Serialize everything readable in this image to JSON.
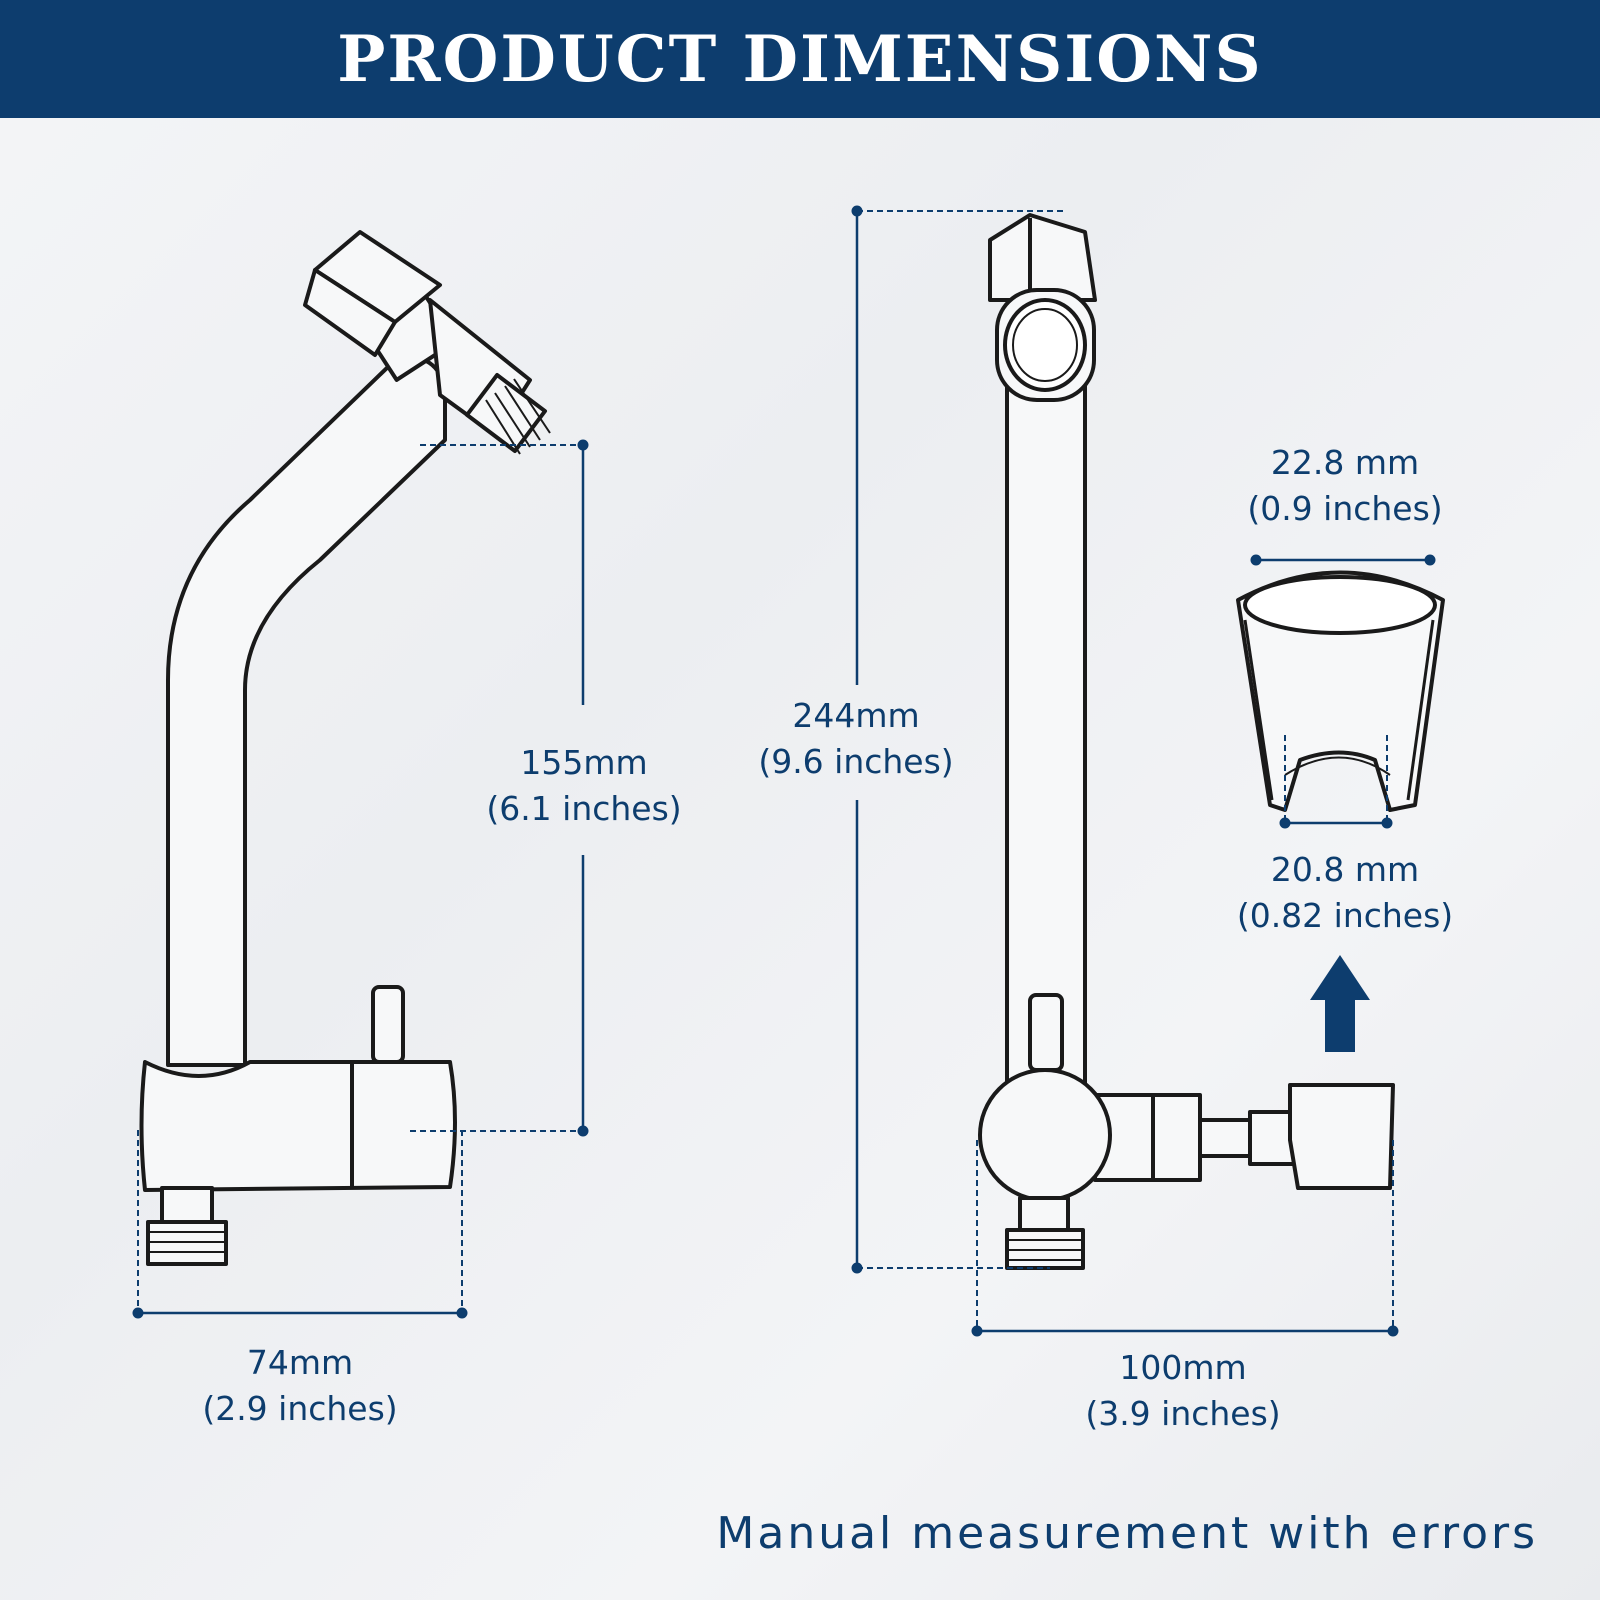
{
  "header": {
    "title": "PRODUCT DIMENSIONS"
  },
  "dimensions": {
    "left_height": {
      "metric": "155mm",
      "imperial": "(6.1 inches)"
    },
    "left_width": {
      "metric": "74mm",
      "imperial": "(2.9 inches)"
    },
    "right_height": {
      "metric": "244mm",
      "imperial": "(9.6 inches)"
    },
    "right_width": {
      "metric": "100mm",
      "imperial": "(3.9 inches)"
    },
    "holder_top": {
      "metric": "22.8 mm",
      "imperial": "(0.9 inches)"
    },
    "holder_bottom": {
      "metric": "20.8 mm",
      "imperial": "(0.82 inches)"
    }
  },
  "footer": {
    "note": "Manual measurement with errors"
  },
  "colors": {
    "brand": "#0d3d6e",
    "outline": "#1a1a1a",
    "background": "#f0f1f3"
  }
}
